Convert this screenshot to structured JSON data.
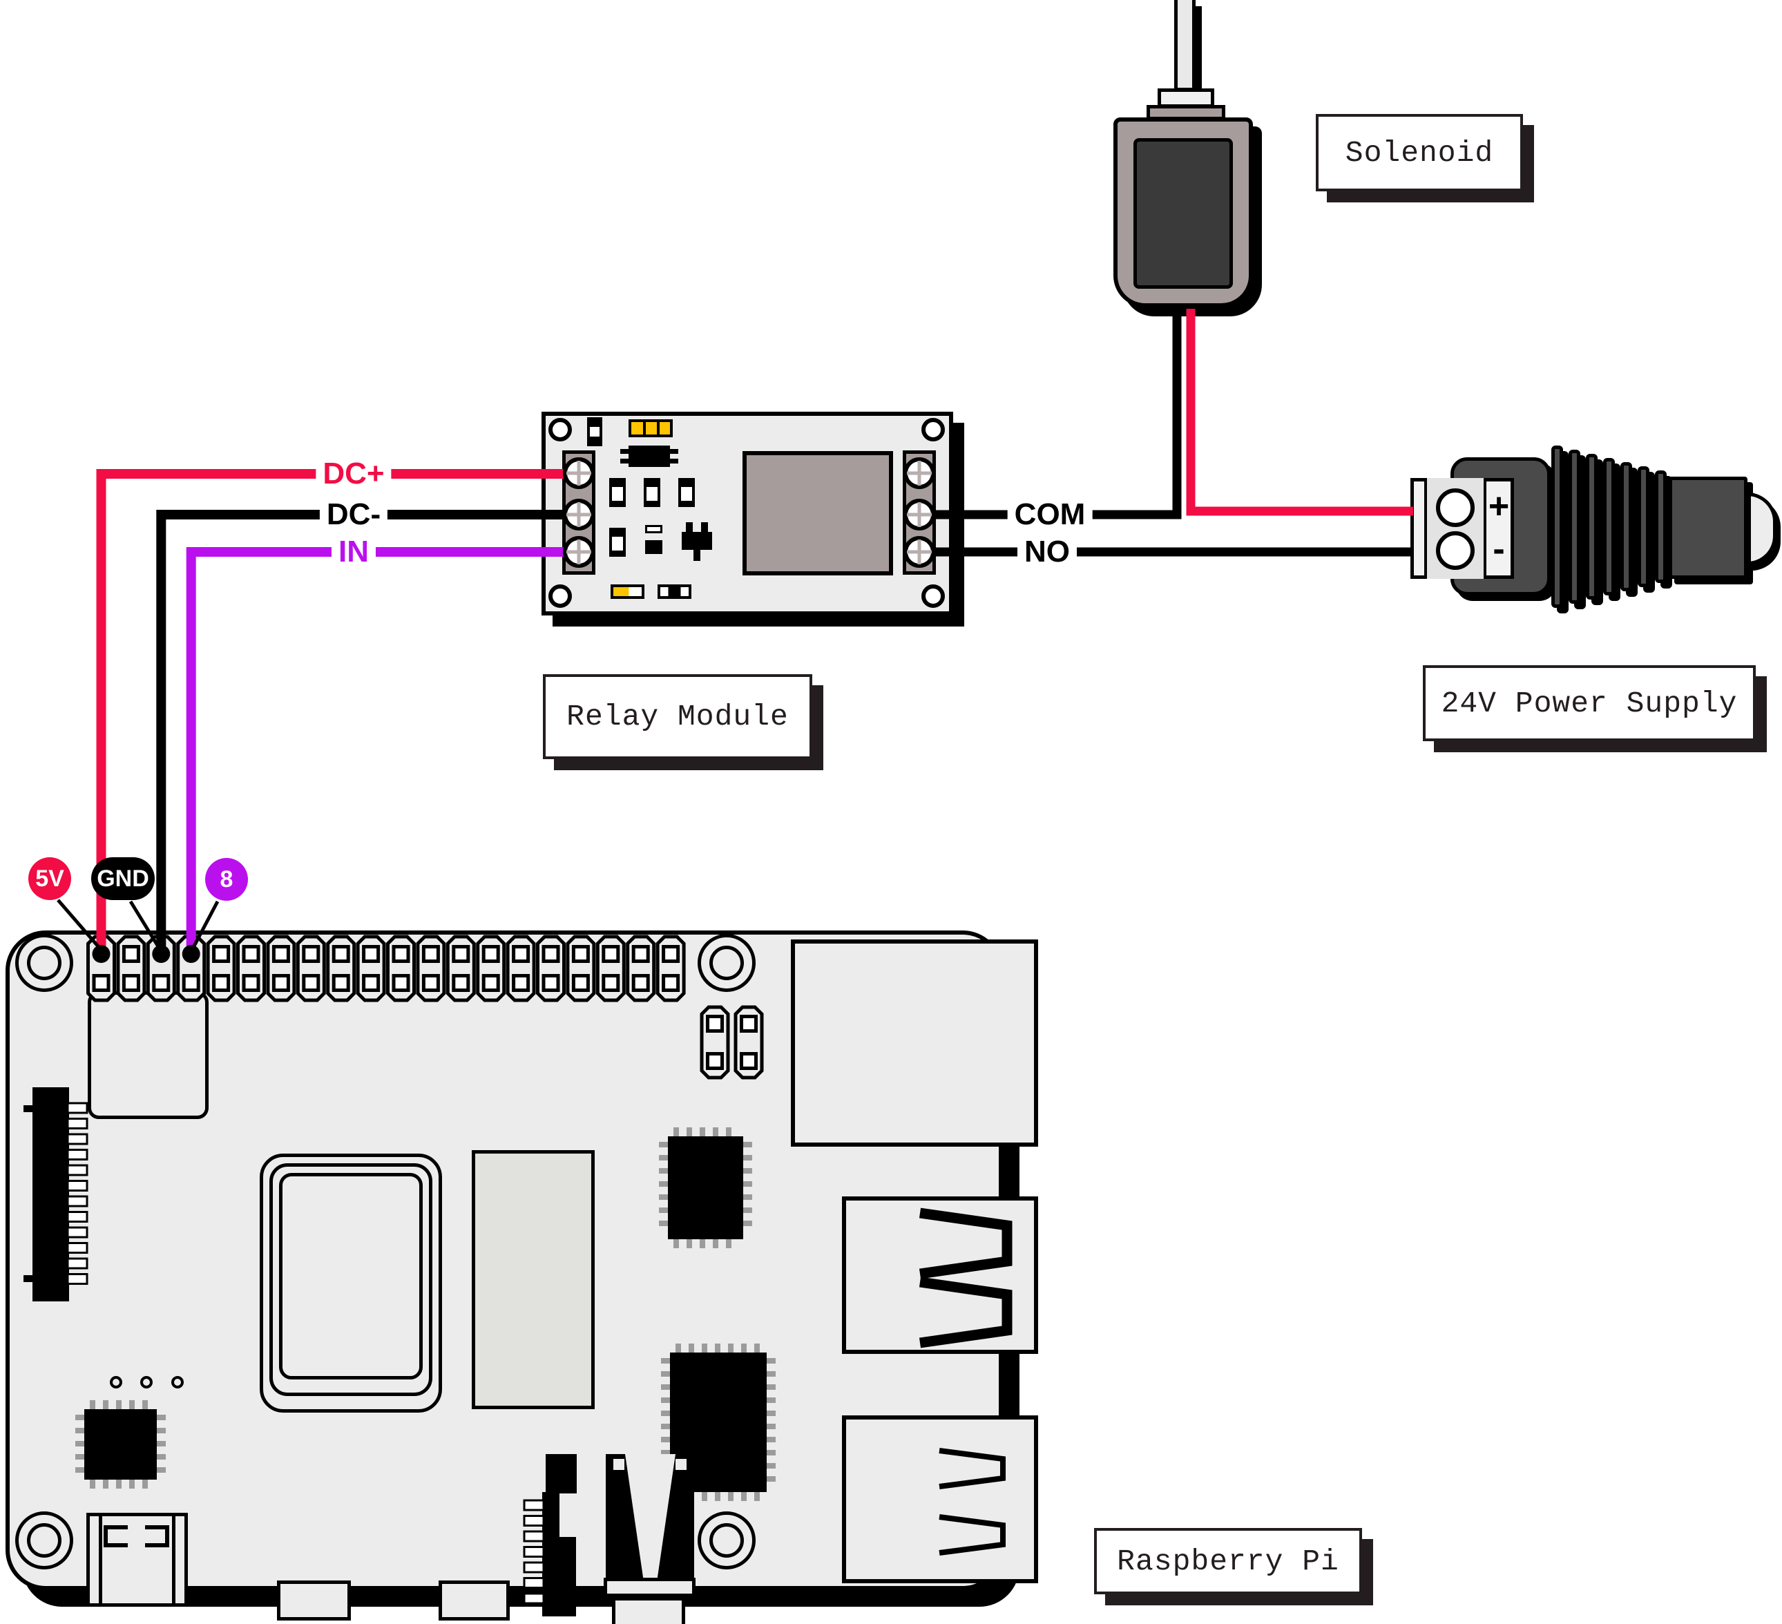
{
  "diagram": {
    "labels": {
      "solenoid": "Solenoid",
      "relay_module": "Relay Module",
      "power_supply": "24V Power Supply",
      "raspberry_pi": "Raspberry Pi"
    },
    "wire_labels": {
      "dc_plus": "DC+",
      "dc_minus": "DC-",
      "in": "IN",
      "com": "COM",
      "no": "NO"
    },
    "terminal_labels": {
      "plus": "+",
      "minus": "-"
    },
    "pin_badges": [
      {
        "label": "5V",
        "color": "red"
      },
      {
        "label": "GND",
        "color": "black"
      },
      {
        "label": "8",
        "color": "purple"
      }
    ],
    "gpio": {
      "columns": 20,
      "rows": 2,
      "connected_top_columns": [
        1,
        3,
        4
      ]
    },
    "colors": {
      "red": "#f20d45",
      "purple": "#bb10ee",
      "black": "#000000",
      "board_gray": "#ececec",
      "taupe": "#a79c9c",
      "dark_gray": "#4a4a4a",
      "yellow": "#ffc400",
      "label_ink": "#231d1f"
    }
  }
}
